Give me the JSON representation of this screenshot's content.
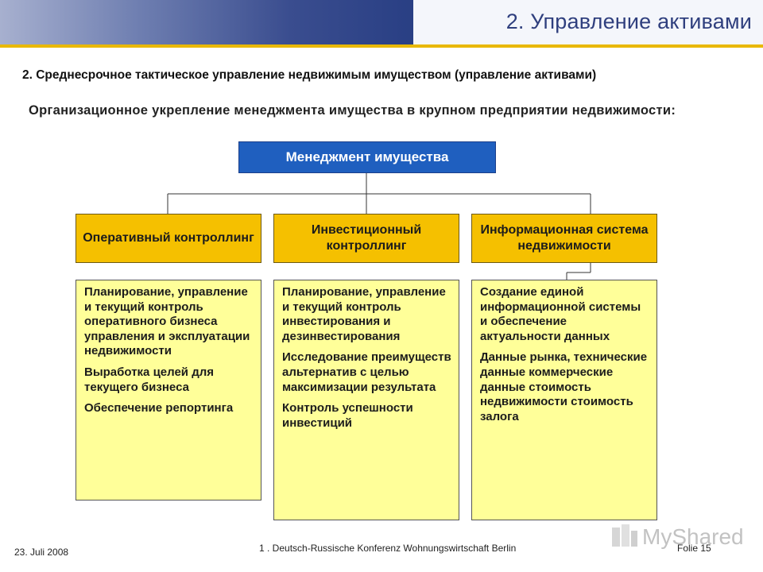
{
  "header": {
    "title": "2. Управление активами"
  },
  "section_title": "2. Среднесрочное тактическое управление недвижимым имуществом (управление активами)",
  "intro": "Организационное укрепление менеджмента имущества в крупном предприятии недвижимости:",
  "diagram": {
    "root": "Менеджмент имущества",
    "branches": [
      {
        "title": "Оперативный контроллинг",
        "paragraphs": [
          "Планирование, управление и текущий контроль оперативного бизнеса управления и эксплуатации недвижимости",
          "Выработка целей для текущего бизнеса",
          "Обеспечение репортинга"
        ]
      },
      {
        "title": "Инвестиционный контроллинг",
        "paragraphs": [
          "Планирование, управление и текущий контроль инвестирования и дезинвестирования",
          "Исследование преимуществ альтернатив с целью максимизации результата",
          "Контроль успешности инвестиций"
        ]
      },
      {
        "title": "Информационная система недвижимости",
        "paragraphs": [
          "Создание единой информационной системы и обеспечение актуальности данных",
          "Данные рынка, технические данные коммерческие данные стоимость недвижимости стоимость залога"
        ]
      }
    ],
    "colors": {
      "root_fill": "#1f5fbf",
      "branch_fill": "#f5c000",
      "detail_fill": "#ffff99"
    }
  },
  "footer": {
    "date": "23. Juli 2008",
    "conference": "1 . Deutsch-Russische Konferenz Wohnungswirtschaft Berlin",
    "folio": "Folie 15",
    "watermark": "MyShared"
  }
}
